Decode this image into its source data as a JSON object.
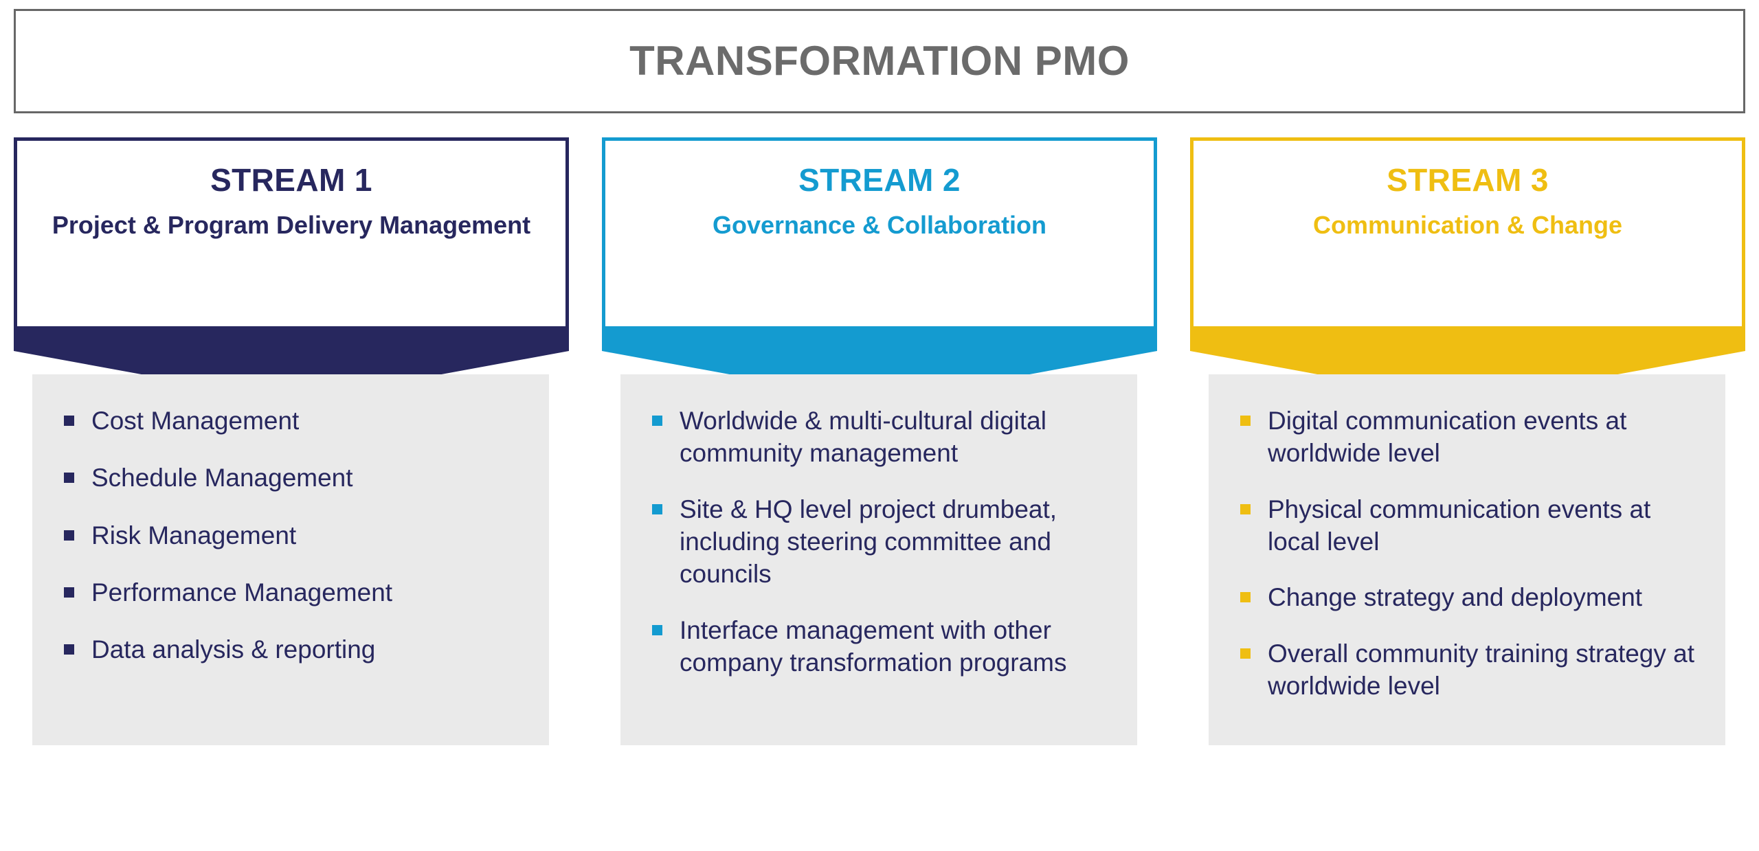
{
  "header": {
    "title": "TRANSFORMATION PMO",
    "title_color": "#6b6b6b",
    "border_color": "#676767"
  },
  "palette": {
    "navy": "#27275e",
    "cyan": "#149bd0",
    "gold": "#efbe12",
    "panel_gray": "#eaeaea",
    "body_text": "#27275e"
  },
  "streams": [
    {
      "id": "stream-1",
      "title": "STREAM 1",
      "subtitle": "Project & Program Delivery Management",
      "accent": "#27275e",
      "bullet_color": "#27275e",
      "items": [
        "Cost Management",
        "Schedule Management",
        "Risk Management",
        "Performance Management",
        "Data analysis & reporting"
      ]
    },
    {
      "id": "stream-2",
      "title": "STREAM 2",
      "subtitle": "Governance & Collaboration",
      "accent": "#149bd0",
      "bullet_color": "#149bd0",
      "items": [
        "Worldwide & multi-cultural digital community management",
        "Site & HQ level project drumbeat, including steering committee and councils",
        "Interface management with other company transformation programs"
      ]
    },
    {
      "id": "stream-3",
      "title": "STREAM 3",
      "subtitle": "Communication & Change",
      "accent": "#efbe12",
      "bullet_color": "#efbe12",
      "items": [
        "Digital communication events at worldwide level",
        "Physical communication events at local level",
        "Change strategy and deployment",
        "Overall community training strategy at worldwide level"
      ]
    }
  ]
}
